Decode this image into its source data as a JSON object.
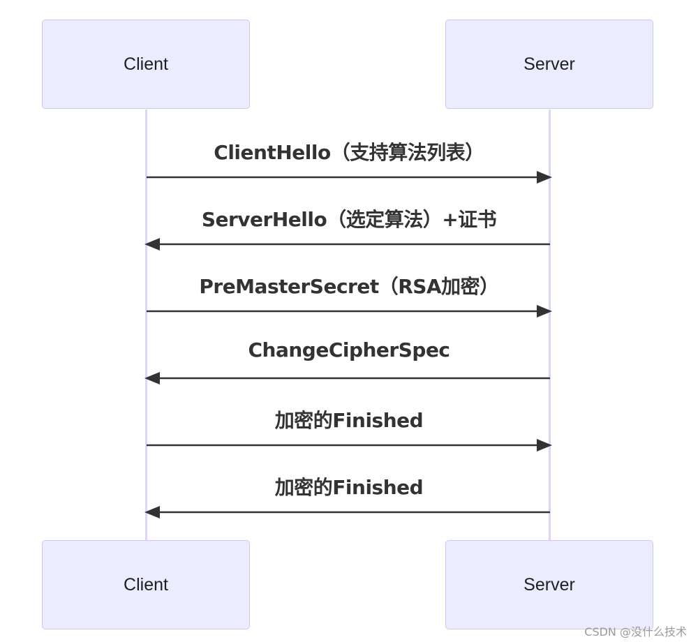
{
  "participants": {
    "client": "Client",
    "server": "Server"
  },
  "messages": [
    {
      "text": "ClientHello（支持算法列表）",
      "from": "client",
      "to": "server"
    },
    {
      "text": "ServerHello（选定算法）+证书",
      "from": "server",
      "to": "client"
    },
    {
      "text": "PreMasterSecret（RSA加密）",
      "from": "client",
      "to": "server"
    },
    {
      "text": "ChangeCipherSpec",
      "from": "server",
      "to": "client"
    },
    {
      "text": "加密的Finished",
      "from": "client",
      "to": "server"
    },
    {
      "text": "加密的Finished",
      "from": "server",
      "to": "client"
    }
  ],
  "watermark": "CSDN @没什么技术",
  "colors": {
    "actor_fill": "#ececff",
    "actor_border": "#cfc8ee",
    "lifeline": "#ddd5f2",
    "arrow": "#333333",
    "text": "#333333"
  }
}
